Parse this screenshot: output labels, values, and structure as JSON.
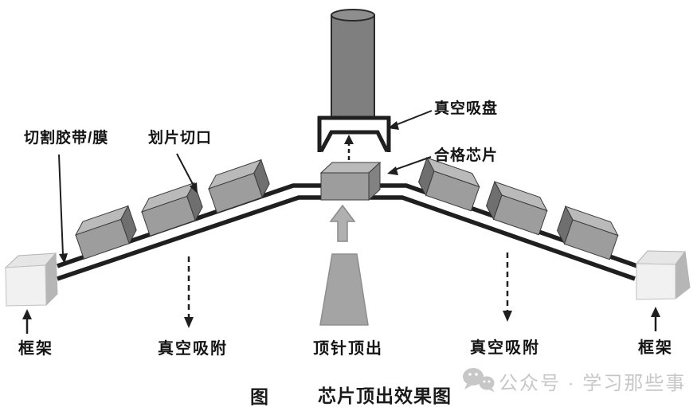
{
  "figure": {
    "caption": {
      "prefix": "图",
      "title": "芯片顶出效果图"
    },
    "labels": {
      "cut_tape": "切割胶带/膜",
      "scribe_cut": "划片切口",
      "vacuum_chuck": "真空吸盘",
      "good_die": "合格芯片",
      "vacuum_suction_left": "真空吸附",
      "ejector_pin_out": "顶针顶出",
      "vacuum_suction_right": "真空吸附",
      "frame_left": "框架",
      "frame_right": "框架"
    },
    "watermark": {
      "icon": "wechat-icon",
      "text": "公众号 · 学习那些事"
    }
  },
  "colors": {
    "background": "#ffffff",
    "ink": "#1f1f1f",
    "cylinder": "#7f7f7f",
    "cylinderTop": "#8e8e8e",
    "chipFront": "#9d9d9d",
    "chipTop": "#bababa",
    "chipSide": "#6f6f6f",
    "cubeFront": "#f1f1f1",
    "cubeTop": "#e6e6e6",
    "cubeSide": "#b6b6b6",
    "ejector": "#a4a4a4",
    "blockArrow": "#b0b0b0",
    "watermark": "#c7c7c7"
  }
}
